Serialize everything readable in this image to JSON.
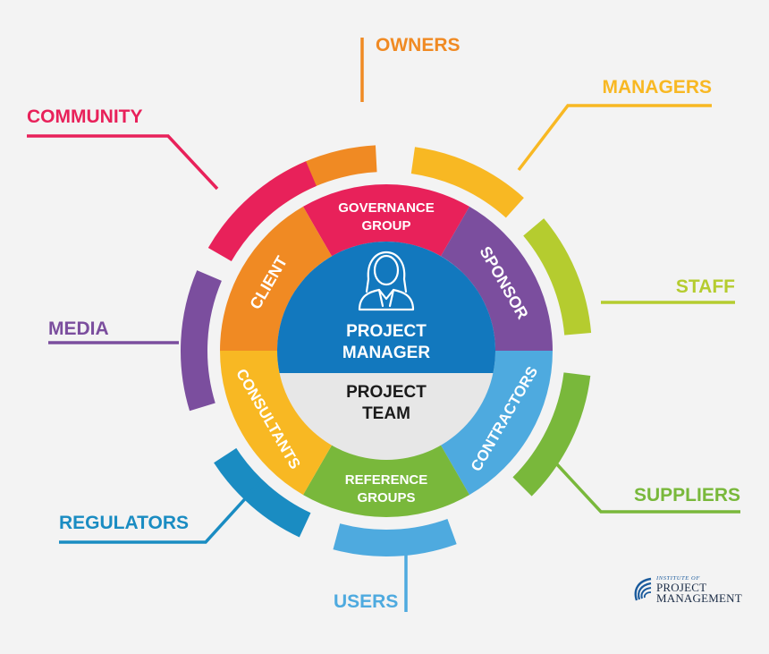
{
  "center": {
    "top_label": [
      "PROJECT",
      "MANAGER"
    ],
    "bottom_label": [
      "PROJECT",
      "TEAM"
    ],
    "top_color": "#1278be",
    "bottom_color": "#e7e7e7",
    "icon": "person-icon"
  },
  "inner_ring": [
    {
      "label": "GOVERNANCE\nGROUP",
      "color": "#e8215a"
    },
    {
      "label": "SPONSOR",
      "color": "#7b4e9e"
    },
    {
      "label": "CONTRACTORS",
      "color": "#4eaadf"
    },
    {
      "label": "REFERENCE\nGROUPS",
      "color": "#79b83b"
    },
    {
      "label": "CONSULTANTS",
      "color": "#f8b823"
    },
    {
      "label": "CLIENT",
      "color": "#f08a23"
    }
  ],
  "outer_ring": [
    {
      "label": "OWNERS",
      "color": "#f08a23"
    },
    {
      "label": "MANAGERS",
      "color": "#f8b823"
    },
    {
      "label": "STAFF",
      "color": "#b5cc2f"
    },
    {
      "label": "SUPPLIERS",
      "color": "#79b83b"
    },
    {
      "label": "USERS",
      "color": "#4eaadf"
    },
    {
      "label": "REGULATORS",
      "color": "#1a8cc2"
    },
    {
      "label": "MEDIA",
      "color": "#7b4e9e"
    },
    {
      "label": "COMMUNITY",
      "color": "#e8215a"
    }
  ],
  "logo": {
    "line1": "INSTITUTE OF",
    "line2": "PROJECT",
    "line3": "MANAGEMENT",
    "color": "#1a5a9c"
  }
}
